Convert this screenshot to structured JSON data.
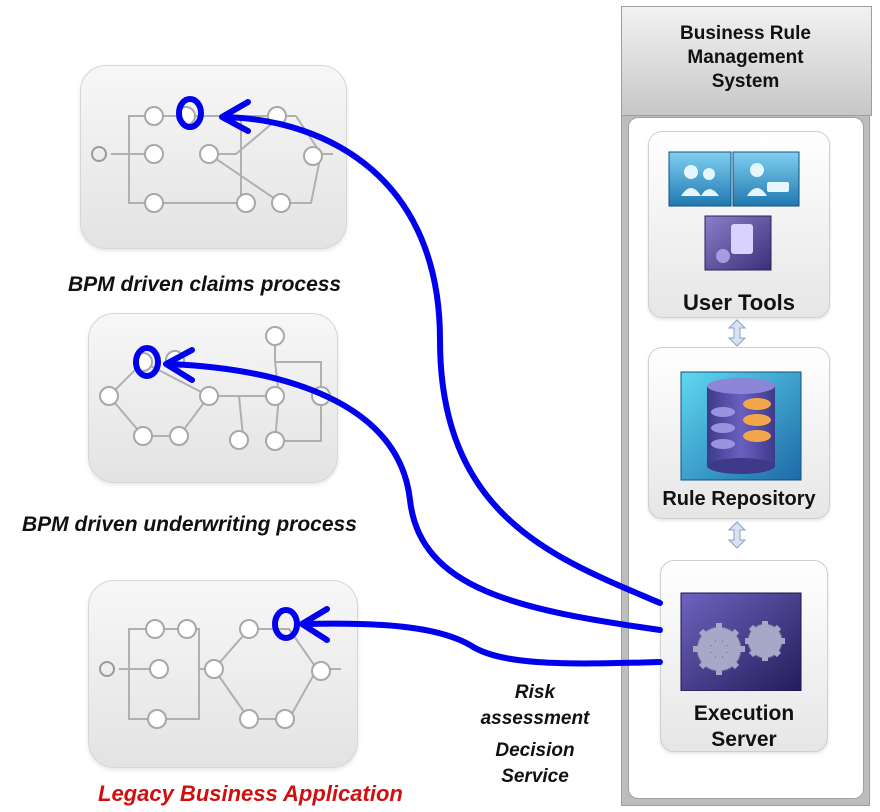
{
  "processes": {
    "claims": {
      "caption": "BPM driven claims process"
    },
    "underwriting": {
      "caption": "BPM driven underwriting process"
    },
    "legacy": {
      "caption": "Legacy Business Application"
    }
  },
  "brms": {
    "title": "Business Rule Management System",
    "title_lines": [
      "Business Rule",
      "Management",
      "System"
    ],
    "components": {
      "user_tools": "User Tools",
      "rule_repository": "Rule Repository",
      "execution_server_lines": [
        "Execution",
        "Server"
      ]
    }
  },
  "service": {
    "lines": [
      "Risk",
      "assessment",
      "Decision",
      "Service"
    ]
  },
  "colors": {
    "arrow": "#0000ee",
    "legacy_caption": "#d01010",
    "card_icon": "#a8a8a8"
  }
}
